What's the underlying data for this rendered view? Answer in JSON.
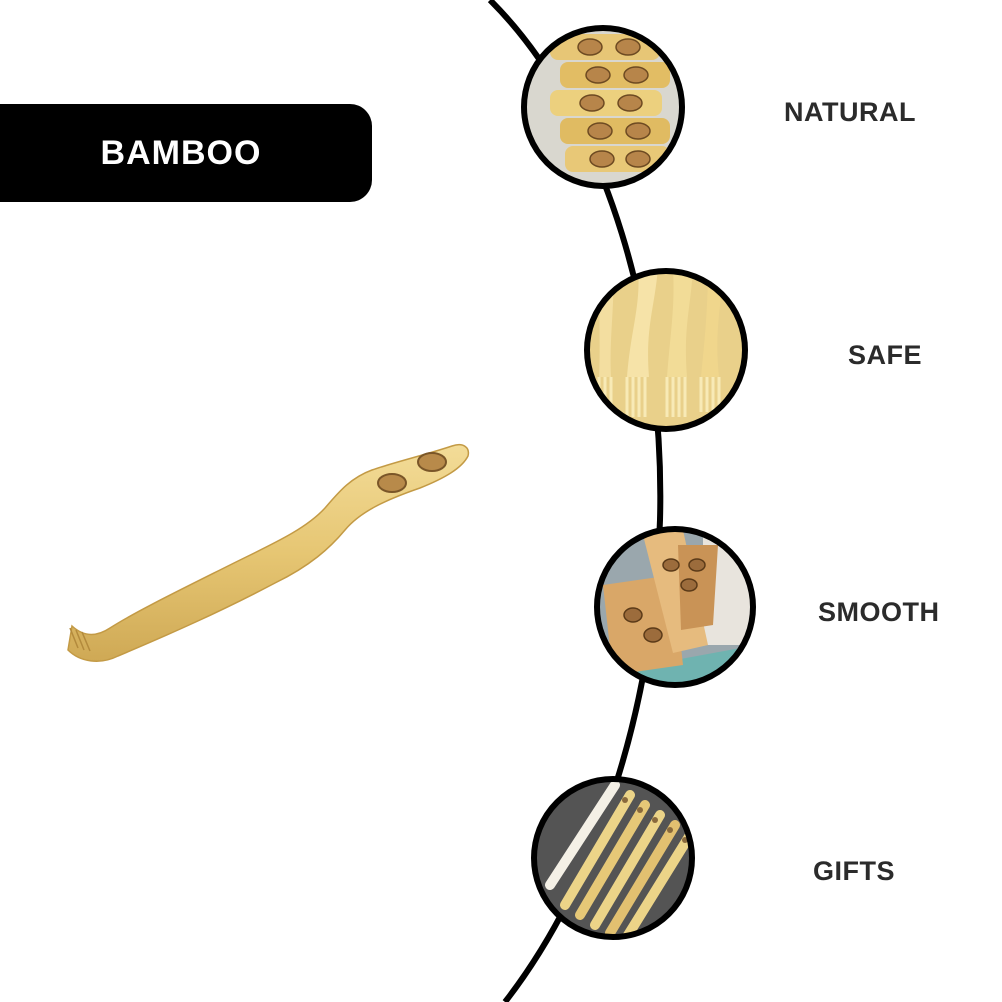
{
  "title": "BAMBOO",
  "colors": {
    "tab_background": "#000000",
    "tab_text": "#ffffff",
    "label_text": "#2b2b2b",
    "curve": "#000000",
    "bamboo": "#e8c97a"
  },
  "features": [
    {
      "label": "NATURAL",
      "icon": "bamboo-rollers-photo"
    },
    {
      "label": "SAFE",
      "icon": "bamboo-combs-photo"
    },
    {
      "label": "SMOOTH",
      "icon": "bamboo-pile-photo"
    },
    {
      "label": "GIFTS",
      "icon": "bamboo-set-photo"
    }
  ],
  "product": {
    "icon": "bamboo-back-scratcher"
  }
}
